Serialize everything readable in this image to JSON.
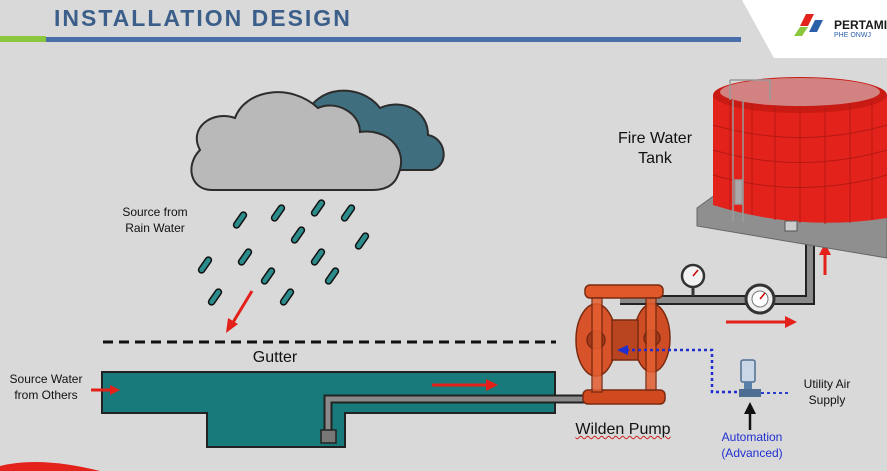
{
  "header": {
    "title": "INSTALLATION DESIGN",
    "logo_text": "PERTAMIN",
    "logo_sub": "PHE ONWJ"
  },
  "labels": {
    "rain_source": "Source from\nRain Water",
    "fire_tank": "Fire Water\nTank",
    "gutter": "Gutter",
    "other_source": "Source Water\nfrom Others",
    "pump": "Wilden Pump",
    "utility_air": "Utility Air\nSupply",
    "automation": "Automation\n(Advanced)"
  },
  "colors": {
    "title": "#3b5f8a",
    "water": "#187a7a",
    "tank": "#e3231b",
    "arrow": "#e32019",
    "air_line": "#1f2fcf",
    "pipe": "#8a8a8a"
  }
}
